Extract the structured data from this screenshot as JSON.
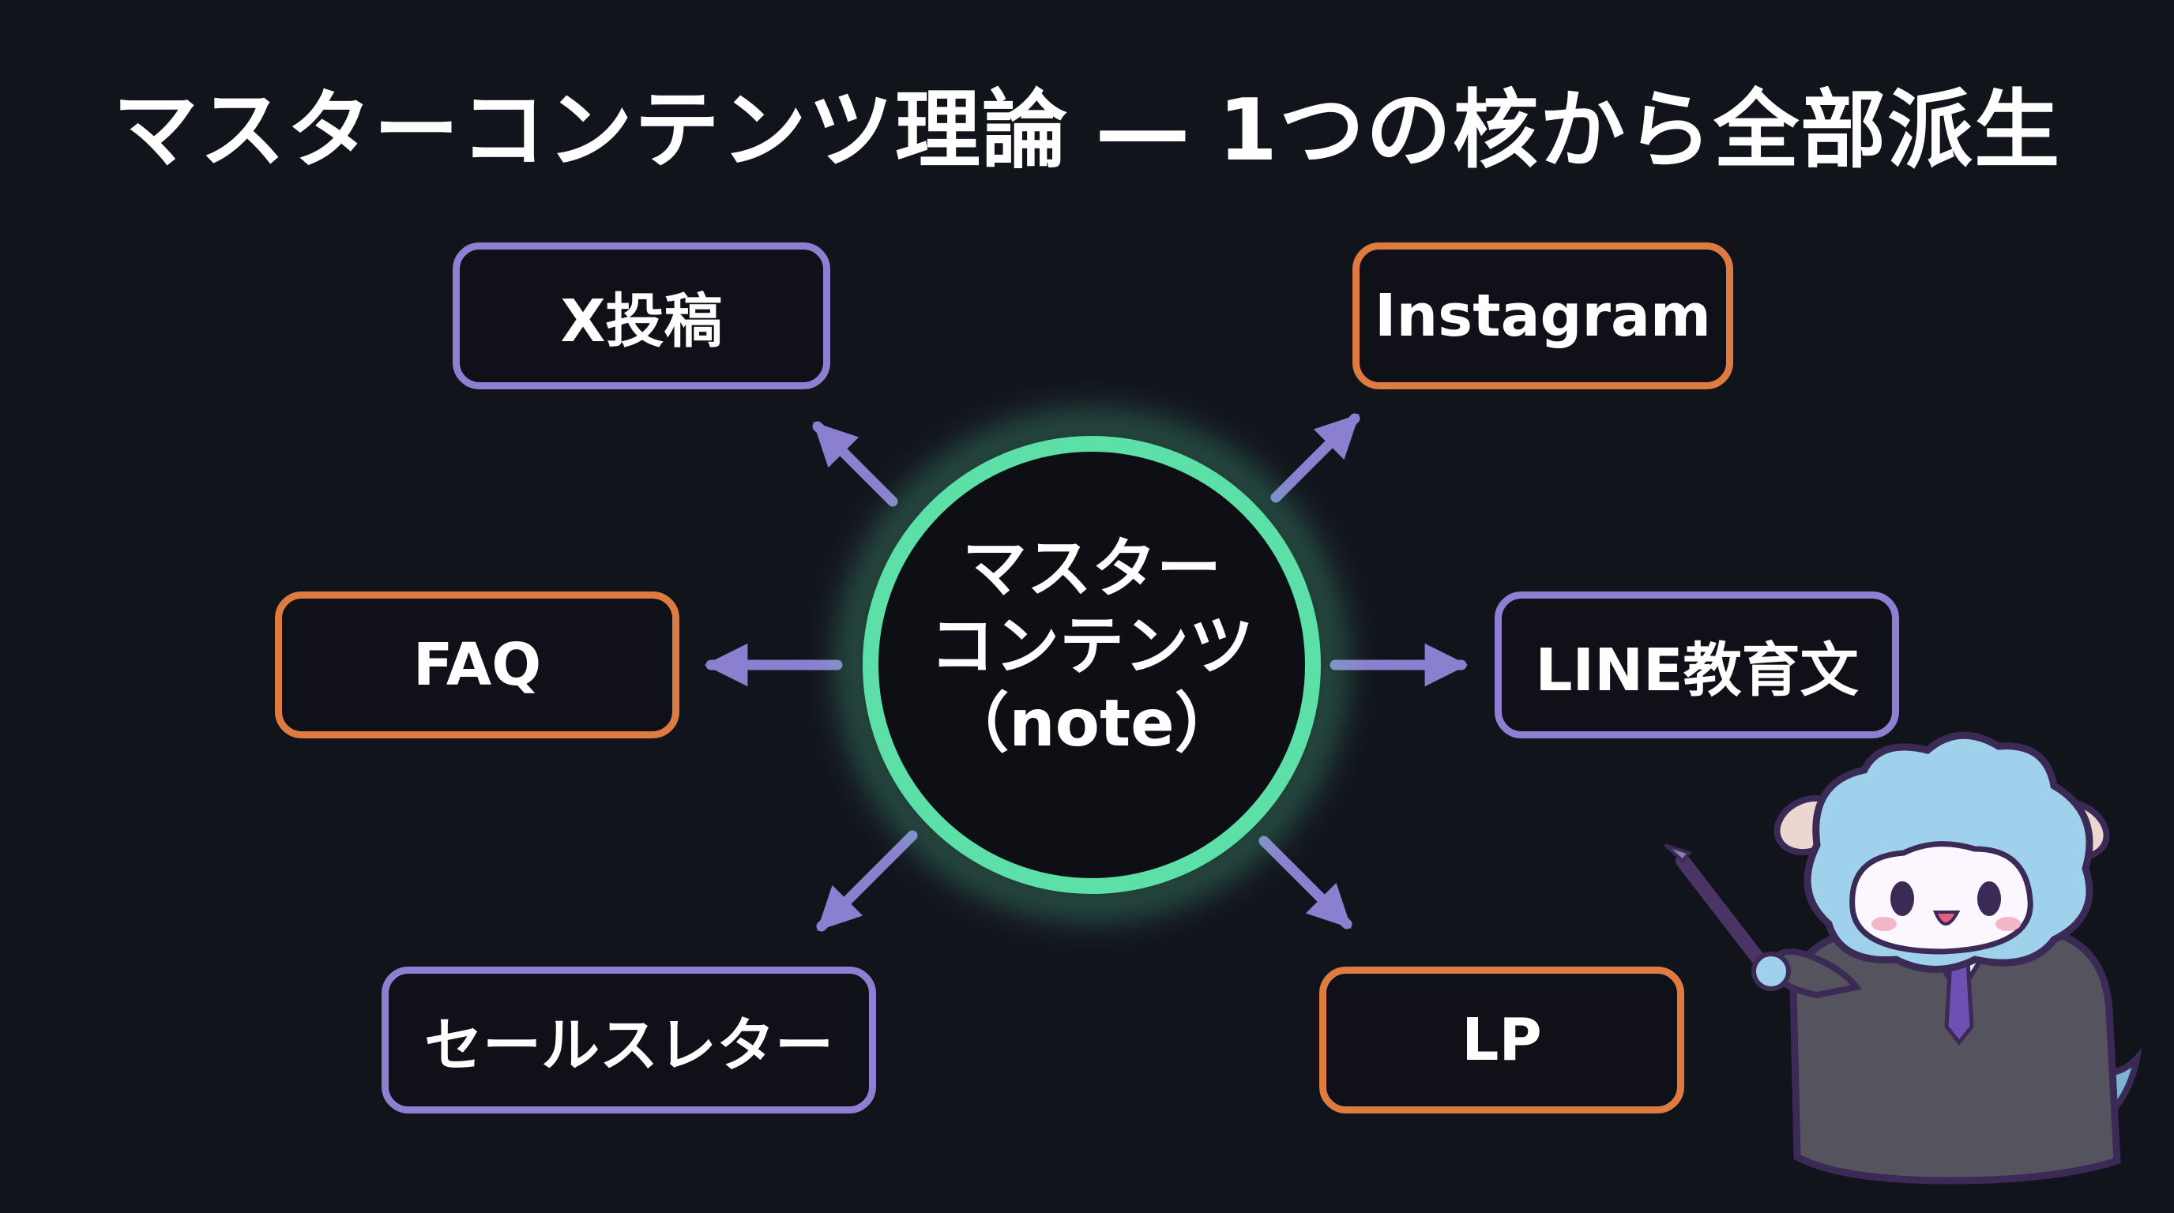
{
  "title": "マスターコンテンツ理論 ― 1つの核から全部派生",
  "hub": {
    "line1": "マスター",
    "line2": "コンテンツ",
    "line3": "（note）"
  },
  "nodes": {
    "x_post": "X投稿",
    "instagram": "Instagram",
    "faq": "FAQ",
    "line": "LINE教育文",
    "sales_letter": "セールスレター",
    "lp": "LP"
  },
  "colors": {
    "background": "#12141c",
    "hub": "#5ce0a8",
    "purple": "#8f7fd2",
    "orange": "#de7b40",
    "arrow": "#8b7fd0"
  },
  "mascot": "cartoon-teacher-mascot"
}
